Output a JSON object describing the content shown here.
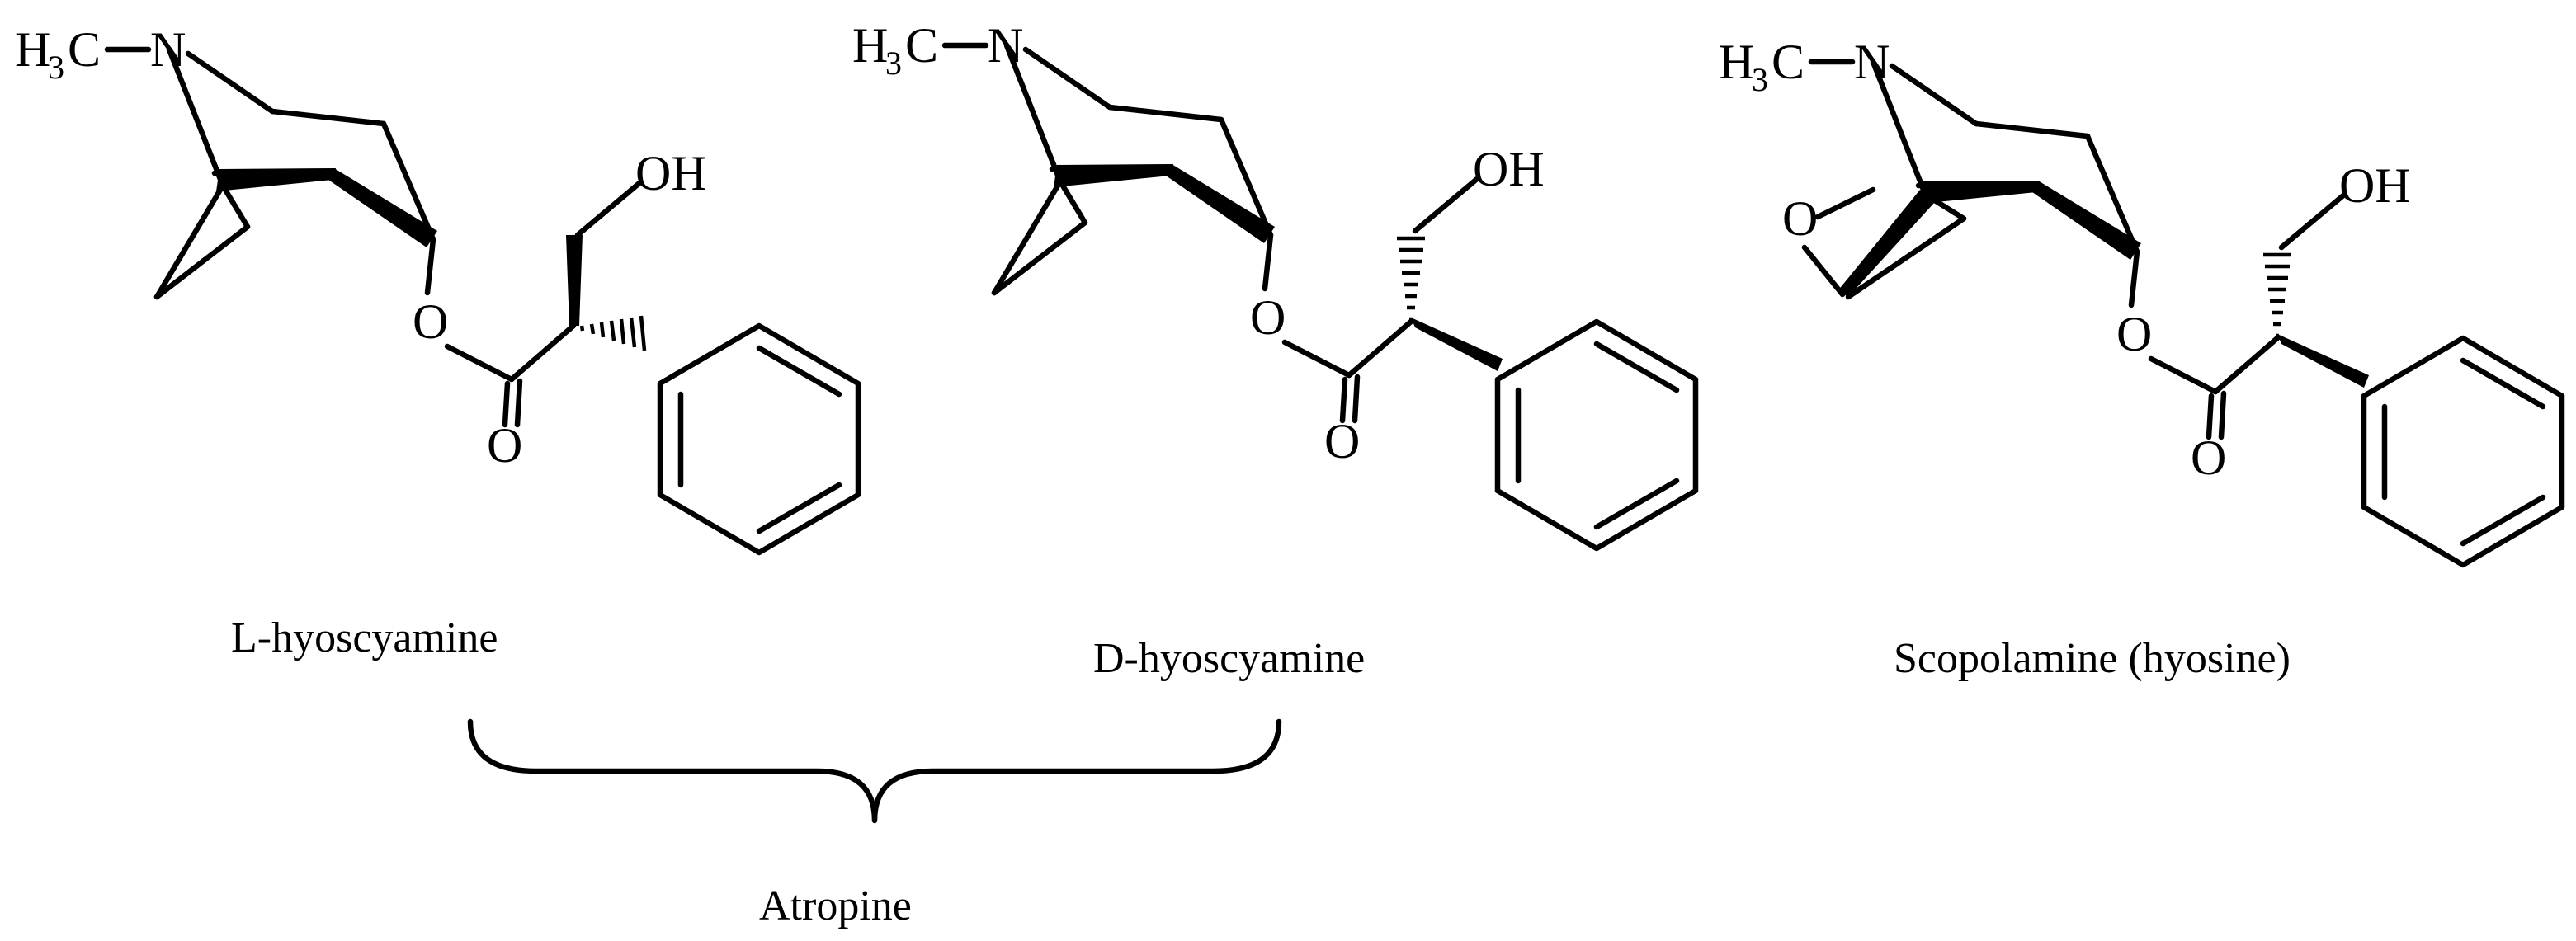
{
  "molecules": [
    {
      "name": "L-hyoscyamine",
      "atoms": {
        "h": "H",
        "h_sub": "3",
        "c": "C",
        "n": "N",
        "oh": "OH",
        "o_ester": "O",
        "o_carbonyl": "O"
      }
    },
    {
      "name": "D-hyoscyamine",
      "atoms": {
        "h": "H",
        "h_sub": "3",
        "c": "C",
        "n": "N",
        "oh": "OH",
        "o_ester": "O",
        "o_carbonyl": "O"
      }
    },
    {
      "name": "Scopolamine (hyosine)",
      "atoms": {
        "h": "H",
        "h_sub": "3",
        "c": "C",
        "n": "N",
        "oh": "OH",
        "o_ester": "O",
        "o_carbonyl": "O",
        "o_epoxide": "O"
      }
    }
  ],
  "group_label": "Atropine",
  "colors": {
    "ink": "#000000",
    "background": "#ffffff"
  }
}
